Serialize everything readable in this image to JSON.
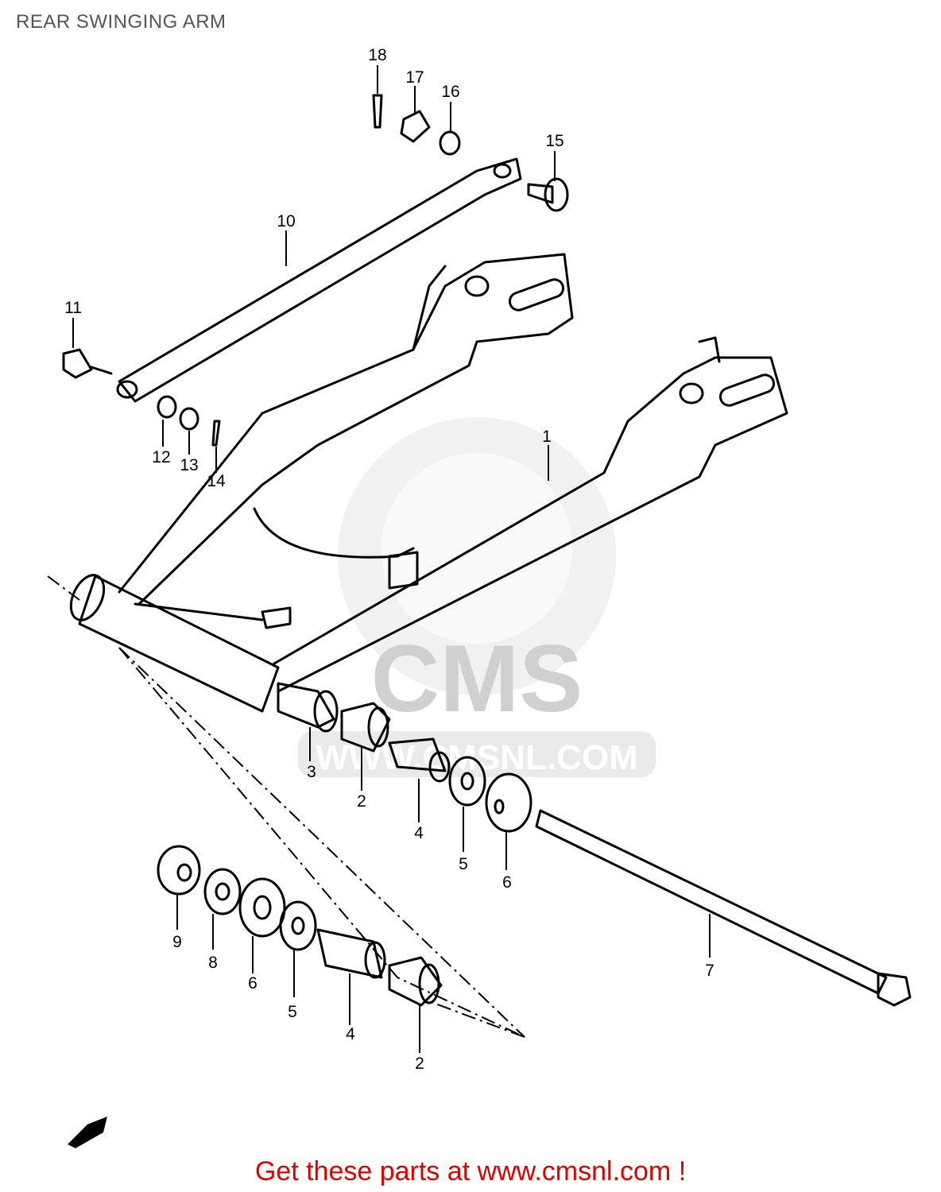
{
  "title": "REAR SWINGING ARM",
  "footer": "Get these parts at www.cmsnl.com !",
  "watermark": {
    "brand": "CMS",
    "url": "WWW.CMSNL.COM"
  },
  "callouts": [
    "1",
    "2",
    "3",
    "4",
    "5",
    "6",
    "7",
    "8",
    "9",
    "10",
    "11",
    "12",
    "13",
    "14",
    "15",
    "16",
    "17",
    "18"
  ],
  "colors": {
    "footer_text": "#e00000",
    "title_text": "#555555",
    "watermark": "#d0d0d0"
  }
}
